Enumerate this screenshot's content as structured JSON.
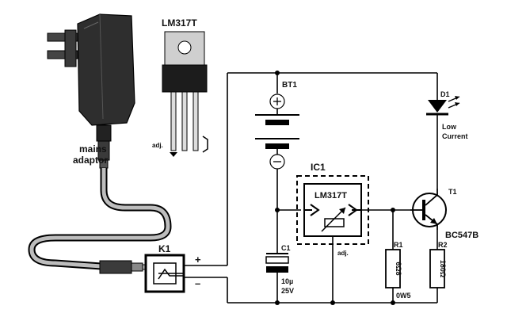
{
  "labels": {
    "mains_adaptor_line1": "mains",
    "mains_adaptor_line2": "adaptor",
    "lm317t_package": "LM317T",
    "package_adj": "adj.",
    "k1": "K1",
    "plus": "+",
    "minus": "–",
    "bt1": "BT1",
    "c1": "C1",
    "c1_value_line1": "10µ",
    "c1_value_line2": "25V",
    "ic1": "IC1",
    "ic1_part": "LM317T",
    "ic1_adj": "adj.",
    "r1": "R1",
    "r1_value": "6Ω8",
    "r1_rating": "0W5",
    "r2": "R2",
    "r2_value": "180Ω",
    "d1": "D1",
    "d1_note_line1": "Low",
    "d1_note_line2": "Current",
    "t1": "T1",
    "t1_part": "BC547B"
  },
  "colors": {
    "wire": "#000000",
    "adaptor_body": "#2e2e2e",
    "package_tab": "#cfcfcf",
    "package_body": "#1c1c1c",
    "cable": "#9a9a9a"
  }
}
